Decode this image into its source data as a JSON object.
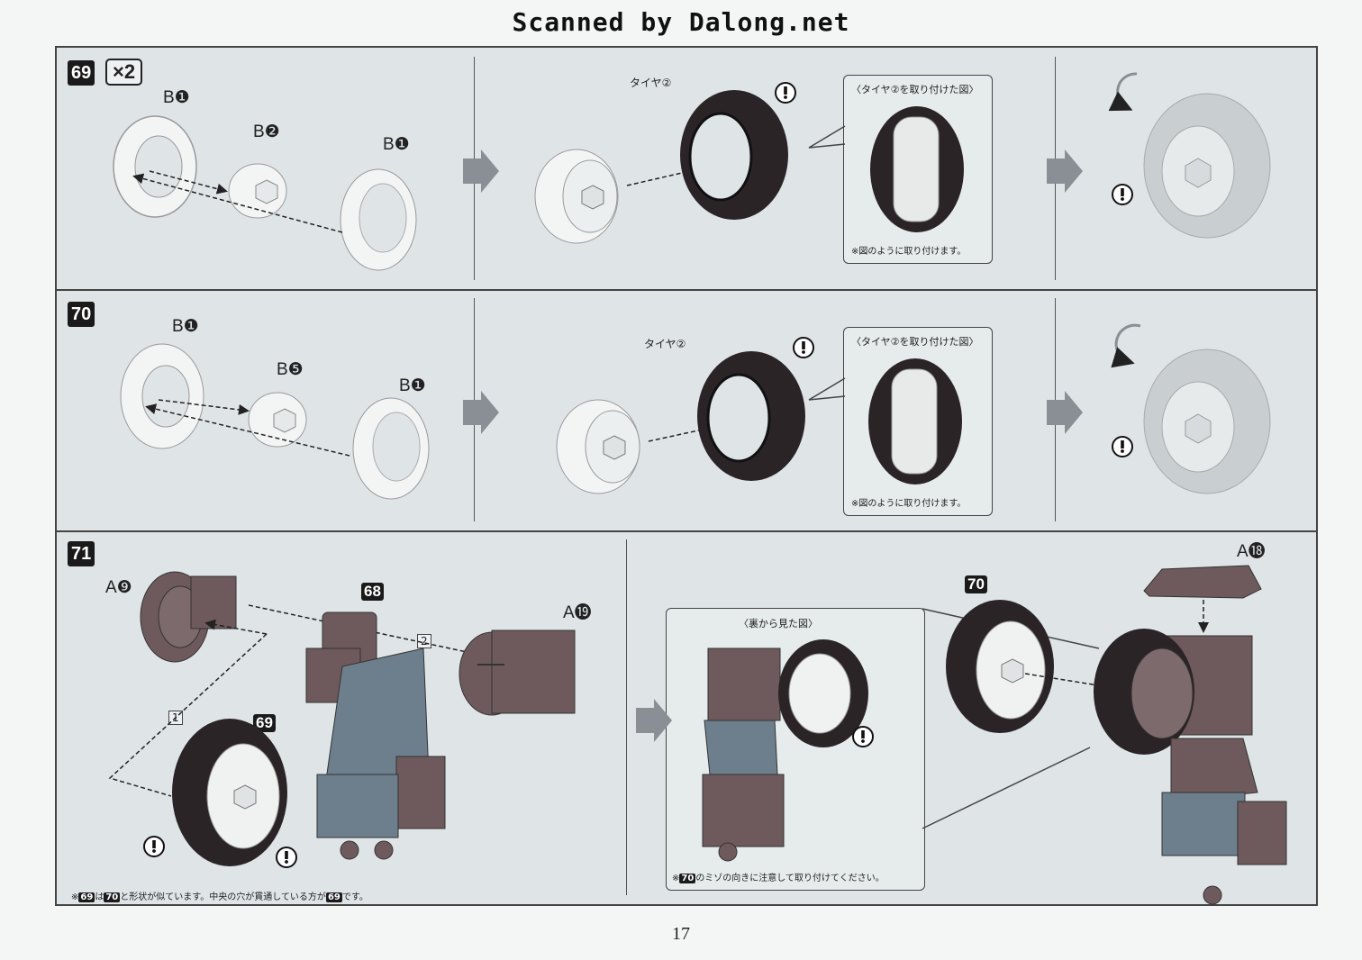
{
  "watermark": "Scanned by Dalong.net",
  "page_number": "17",
  "steps": {
    "s69": {
      "number": "69",
      "multiplier": "×2",
      "parts": [
        "B❶",
        "B❷",
        "B❶"
      ],
      "tire_label": "タイヤ②",
      "callout_title": "〈タイヤ②を取り付けた図〉",
      "callout_note": "※図のように取り付けます。"
    },
    "s70": {
      "number": "70",
      "parts": [
        "B❶",
        "B❺",
        "B❶"
      ],
      "tire_label": "タイヤ②",
      "callout_title": "〈タイヤ②を取り付けた図〉",
      "callout_note": "※図のように取り付けます。"
    },
    "s71": {
      "number": "71",
      "part_a9": "A❾",
      "part_a19": "A⓳",
      "part_a18": "A⓲",
      "ref_68": "68",
      "ref_69": "69",
      "ref_70": "70",
      "order_1": "1",
      "order_2": "2",
      "back_view_title": "〈裏から見た図〉",
      "note_left_a": "※",
      "note_left_b": "69",
      "note_left_c": "は",
      "note_left_d": "70",
      "note_left_e": "と形状が似ています。中央の穴が貫通している方が",
      "note_left_f": "69",
      "note_left_g": "です。",
      "note_right_a": "※",
      "note_right_b": "70",
      "note_right_c": "のミゾの向きに注意して取り付けてください。"
    }
  },
  "colors": {
    "panel": "#dfe5e7",
    "part_light": "#f3f4f4",
    "tire_dark": "#2b2426",
    "frame_brown": "#6e5a5c",
    "armor_blue": "#6d7e8c",
    "arrow_gray": "#8a8f95"
  }
}
